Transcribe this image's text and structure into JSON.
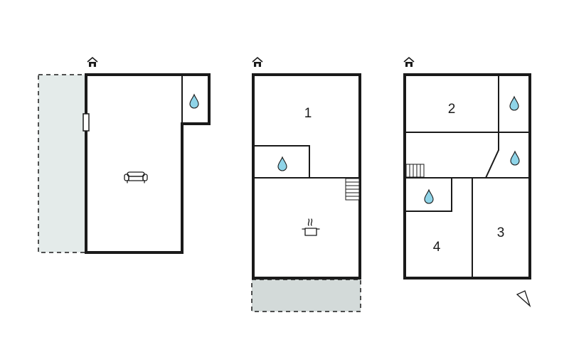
{
  "floors": [
    {
      "name": "floor-plan-left",
      "furniture": [
        "sofa-icon"
      ],
      "bathrooms": 1,
      "terrace_color": "#e4ebea"
    },
    {
      "name": "floor-plan-middle",
      "room_labels": [
        "1"
      ],
      "furniture": [
        "cooking-pot-icon",
        "stairs-icon"
      ],
      "bathrooms": 1,
      "terrace_color": "#d3dad9"
    },
    {
      "name": "floor-plan-right",
      "room_labels": [
        "2",
        "3",
        "4"
      ],
      "furniture": [
        "stairs-icon"
      ],
      "bathrooms": 3
    }
  ],
  "colors": {
    "wall": "#1a1a1a",
    "water_drop": "#8fd4e8",
    "background": "#ffffff"
  },
  "icons": [
    "entrance-icon",
    "water-drop-icon",
    "sofa-icon",
    "cooking-pot-icon",
    "stairs-icon",
    "compass-north-icon"
  ]
}
